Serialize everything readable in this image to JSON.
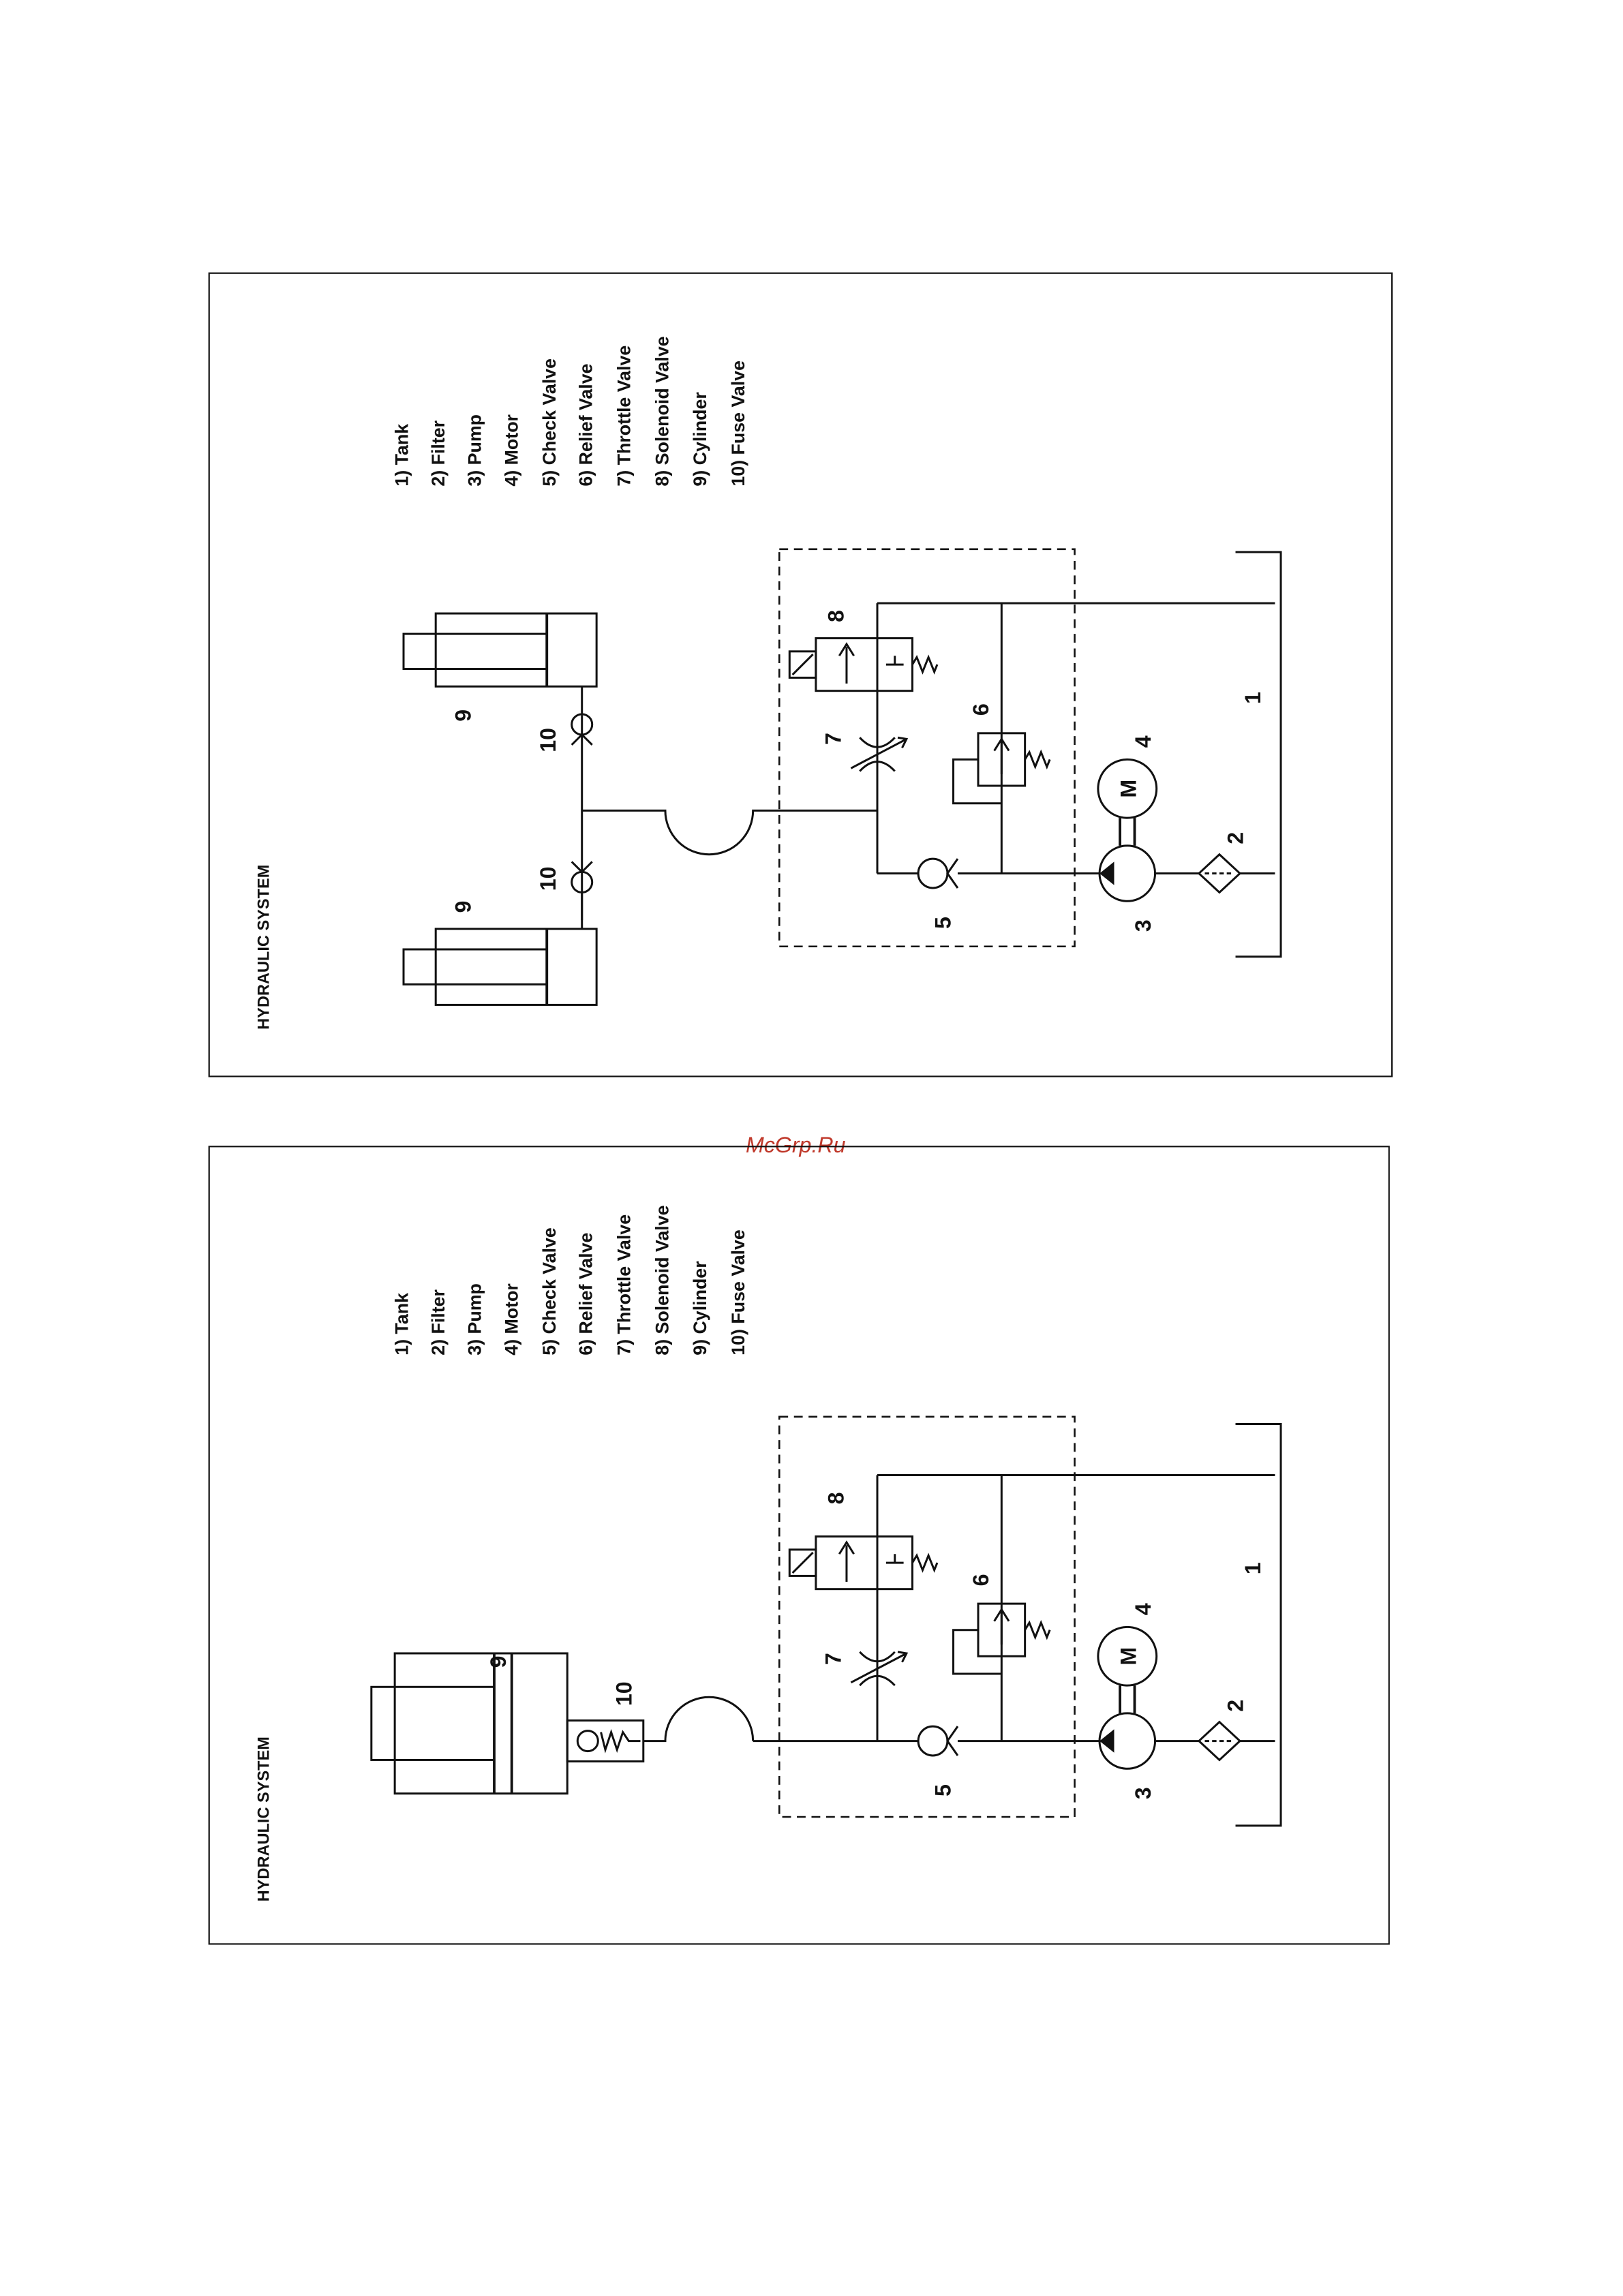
{
  "watermark": "McGrp.Ru",
  "panels": [
    {
      "title": "HYDRAULIC SYSTEM",
      "legend": [
        "1) Tank",
        "2) Filter",
        "3) Pump",
        "4) Motor",
        "5) Check Valve",
        "6) Relief Valve",
        "7) Throttle Valve",
        "8) Solenoid Valve",
        "9) Cylinder",
        "10) Fuse Valve"
      ],
      "labels": {
        "tank": "1",
        "filter": "2",
        "pump": "3",
        "motor": "4",
        "check_valve": "5",
        "relief_valve": "6",
        "throttle_valve": "7",
        "solenoid_valve": "8",
        "cylinder_a": "9",
        "cylinder_b": "9",
        "fuse_valve_a": "10",
        "fuse_valve_b": "10"
      },
      "motor_symbol": "M"
    },
    {
      "title": "HYDRAULIC SYSTEM",
      "legend": [
        "1) Tank",
        "2) Filter",
        "3) Pump",
        "4) Motor",
        "5) Check Valve",
        "6) Relief Valve",
        "7) Throttle Valve",
        "8) Solenoid Valve",
        "9) Cylinder",
        "10) Fuse Valve"
      ],
      "labels": {
        "tank": "1",
        "filter": "2",
        "pump": "3",
        "motor": "4",
        "check_valve": "5",
        "relief_valve": "6",
        "throttle_valve": "7",
        "solenoid_valve": "8",
        "cylinder": "9",
        "fuse_valve": "10"
      },
      "motor_symbol": "M"
    }
  ]
}
